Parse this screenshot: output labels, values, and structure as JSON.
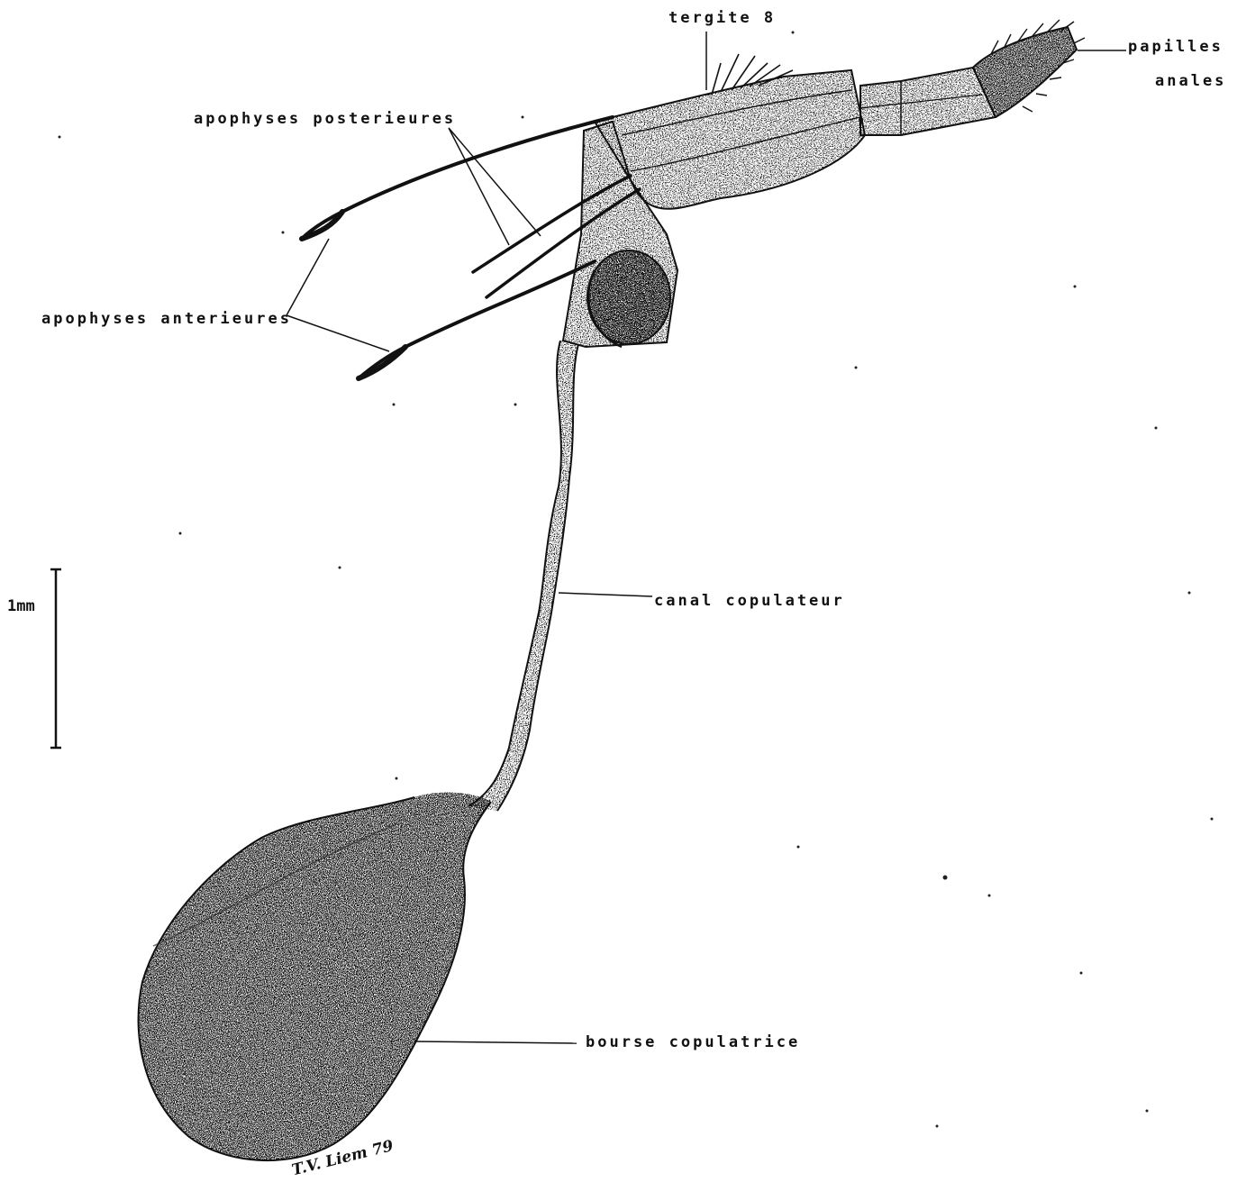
{
  "labels": {
    "tergite": "tergite 8",
    "papilles_line1": "papilles",
    "papilles_line2": "anales",
    "apophyses_posterieures": "apophyses posterieures",
    "apophyses_anterieures": "apophyses anterieures",
    "canal_copulateur": "canal copulateur",
    "bourse_copulatrice": "bourse copulatrice",
    "scale_bar": "1mm",
    "signature": "T.V. Liem 79"
  },
  "colors": {
    "ink": "#111111",
    "paper": "#ffffff"
  }
}
